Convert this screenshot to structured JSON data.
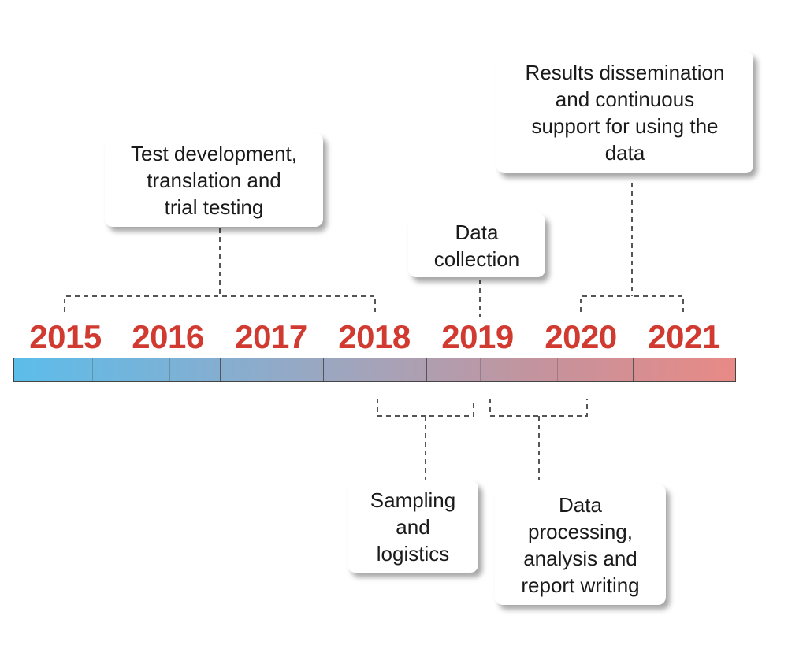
{
  "years": [
    "2015",
    "2016",
    "2017",
    "2018",
    "2019",
    "2020",
    "2021"
  ],
  "phases": [
    {
      "id": "test-development",
      "lines": [
        "Test development,",
        "translation and",
        "trial testing"
      ]
    },
    {
      "id": "data-collection",
      "lines": [
        "Data",
        "collection"
      ]
    },
    {
      "id": "results-dissemination",
      "lines": [
        "Results dissemination",
        "and continuous",
        "support for using the",
        "data"
      ]
    },
    {
      "id": "sampling-logistics",
      "lines": [
        "Sampling",
        "and",
        "logistics"
      ]
    },
    {
      "id": "data-processing",
      "lines": [
        "Data",
        "processing,",
        "analysis and",
        "report writing"
      ]
    }
  ],
  "colors": {
    "year_text": "#d03a30",
    "bar_start": "#5cbdea",
    "bar_end": "#e88a86",
    "connector": "#555555"
  }
}
